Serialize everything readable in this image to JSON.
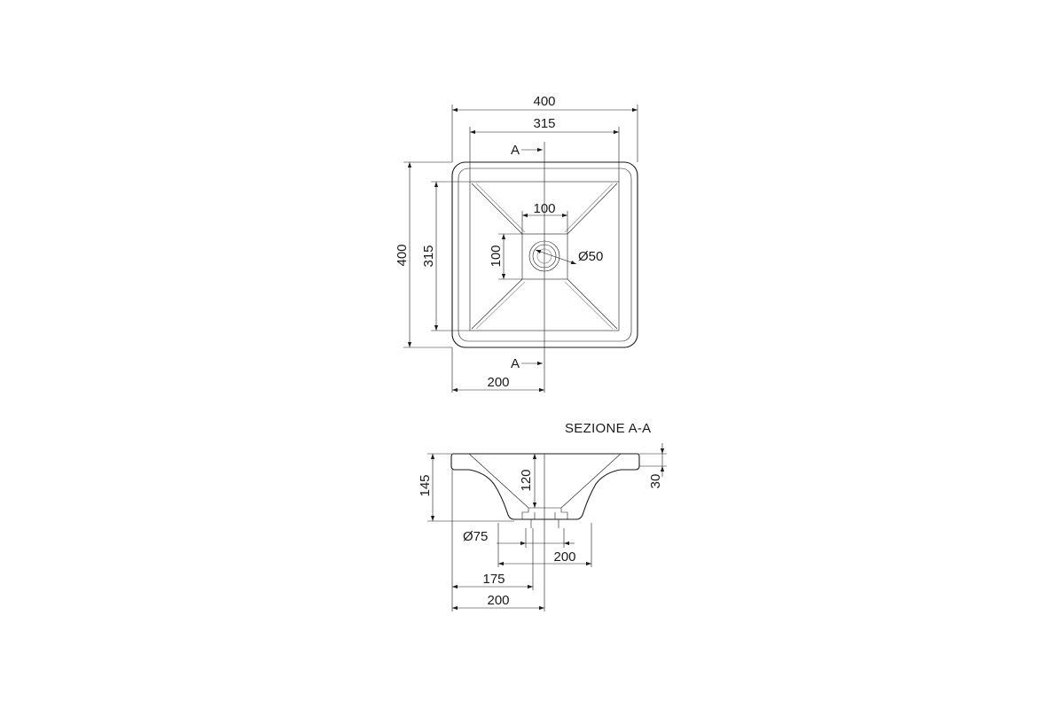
{
  "plan_view": {
    "dims": {
      "overall_width": "400",
      "inner_width": "315",
      "overall_height": "400",
      "inner_height": "315",
      "drain_box_width": "100",
      "drain_box_height": "100",
      "drain_diameter": "Ø50",
      "center_offset": "200"
    },
    "section_marker_top": "A",
    "section_marker_bottom": "A"
  },
  "section_view": {
    "title": "SEZIONE A-A",
    "dims": {
      "total_height": "145",
      "bowl_depth": "120",
      "rim_thickness": "30",
      "outlet_diameter": "Ø75",
      "base_width": "200",
      "outlet_offset": "175",
      "center_offset": "200"
    }
  }
}
